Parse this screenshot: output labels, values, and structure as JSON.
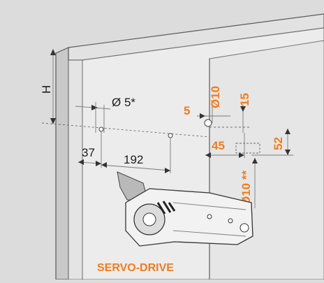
{
  "diagram": {
    "labels": {
      "height": "H",
      "hole_diameter": "Ø 5*",
      "offset_37": "37",
      "spacing_192": "192",
      "front_5": "5",
      "diameter_10_top": "Ø10",
      "dim_15": "15",
      "dim_45": "45",
      "dim_52": "52",
      "diameter_10_side": "Ø10 **",
      "product": "SERVO-DRIVE"
    },
    "colors": {
      "background": "#dcdcdc",
      "panel_front": "#ebebeb",
      "panel_side": "#d4d4d4",
      "accent": "#f07d1e",
      "line": "#5a5a5a"
    }
  }
}
